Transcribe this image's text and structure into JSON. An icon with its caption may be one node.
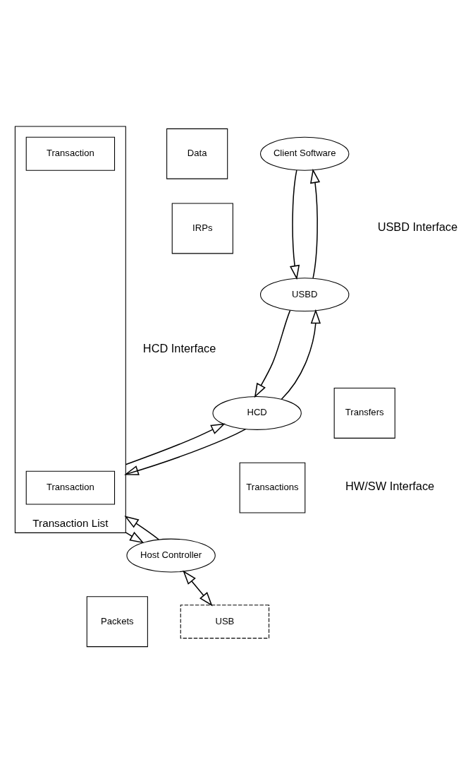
{
  "diagram": {
    "nodes": [
      {
        "text": [
          "Client Software"
        ]
      },
      {
        "text": [
          "Data"
        ]
      },
      {
        "text": [
          "IRPs"
        ]
      },
      {
        "text": [
          "USBD"
        ]
      },
      {
        "text": [
          "HCD"
        ]
      },
      {
        "text": [
          "Transfers"
        ]
      },
      {
        "text": [
          "Transaction List"
        ]
      },
      {
        "text": [
          "Transaction"
        ],
        "in": 6
      },
      {
        "text": [
          "Transaction"
        ],
        "in": 6
      },
      {
        "text": [
          "Transactions"
        ]
      },
      {
        "text": [
          "Host Controller"
        ]
      },
      {
        "text": [
          "Packets"
        ]
      },
      {
        "text": [
          "USB"
        ]
      }
    ],
    "edges": [
      {
        "from": 0,
        "to": 3,
        "arrow": "to"
      },
      {
        "from": 3,
        "to": 0,
        "arrow": "to"
      },
      {
        "from": 3,
        "to": 4,
        "arrow": "to"
      },
      {
        "from": 4,
        "to": 3,
        "arrow": "to"
      },
      {
        "from": 4,
        "to": 6,
        "arrow": "to"
      },
      {
        "from": 6,
        "to": 4,
        "arrow": "to"
      },
      {
        "from": 6,
        "to": 10,
        "arrow": "to"
      },
      {
        "from": 10,
        "to": 6,
        "arrow": "to"
      },
      {
        "from": 10,
        "to": 12,
        "arrow": "both"
      }
    ],
    "labels": [
      "USBD Interface",
      "HCD Interface",
      "HW/SW Interface"
    ]
  }
}
